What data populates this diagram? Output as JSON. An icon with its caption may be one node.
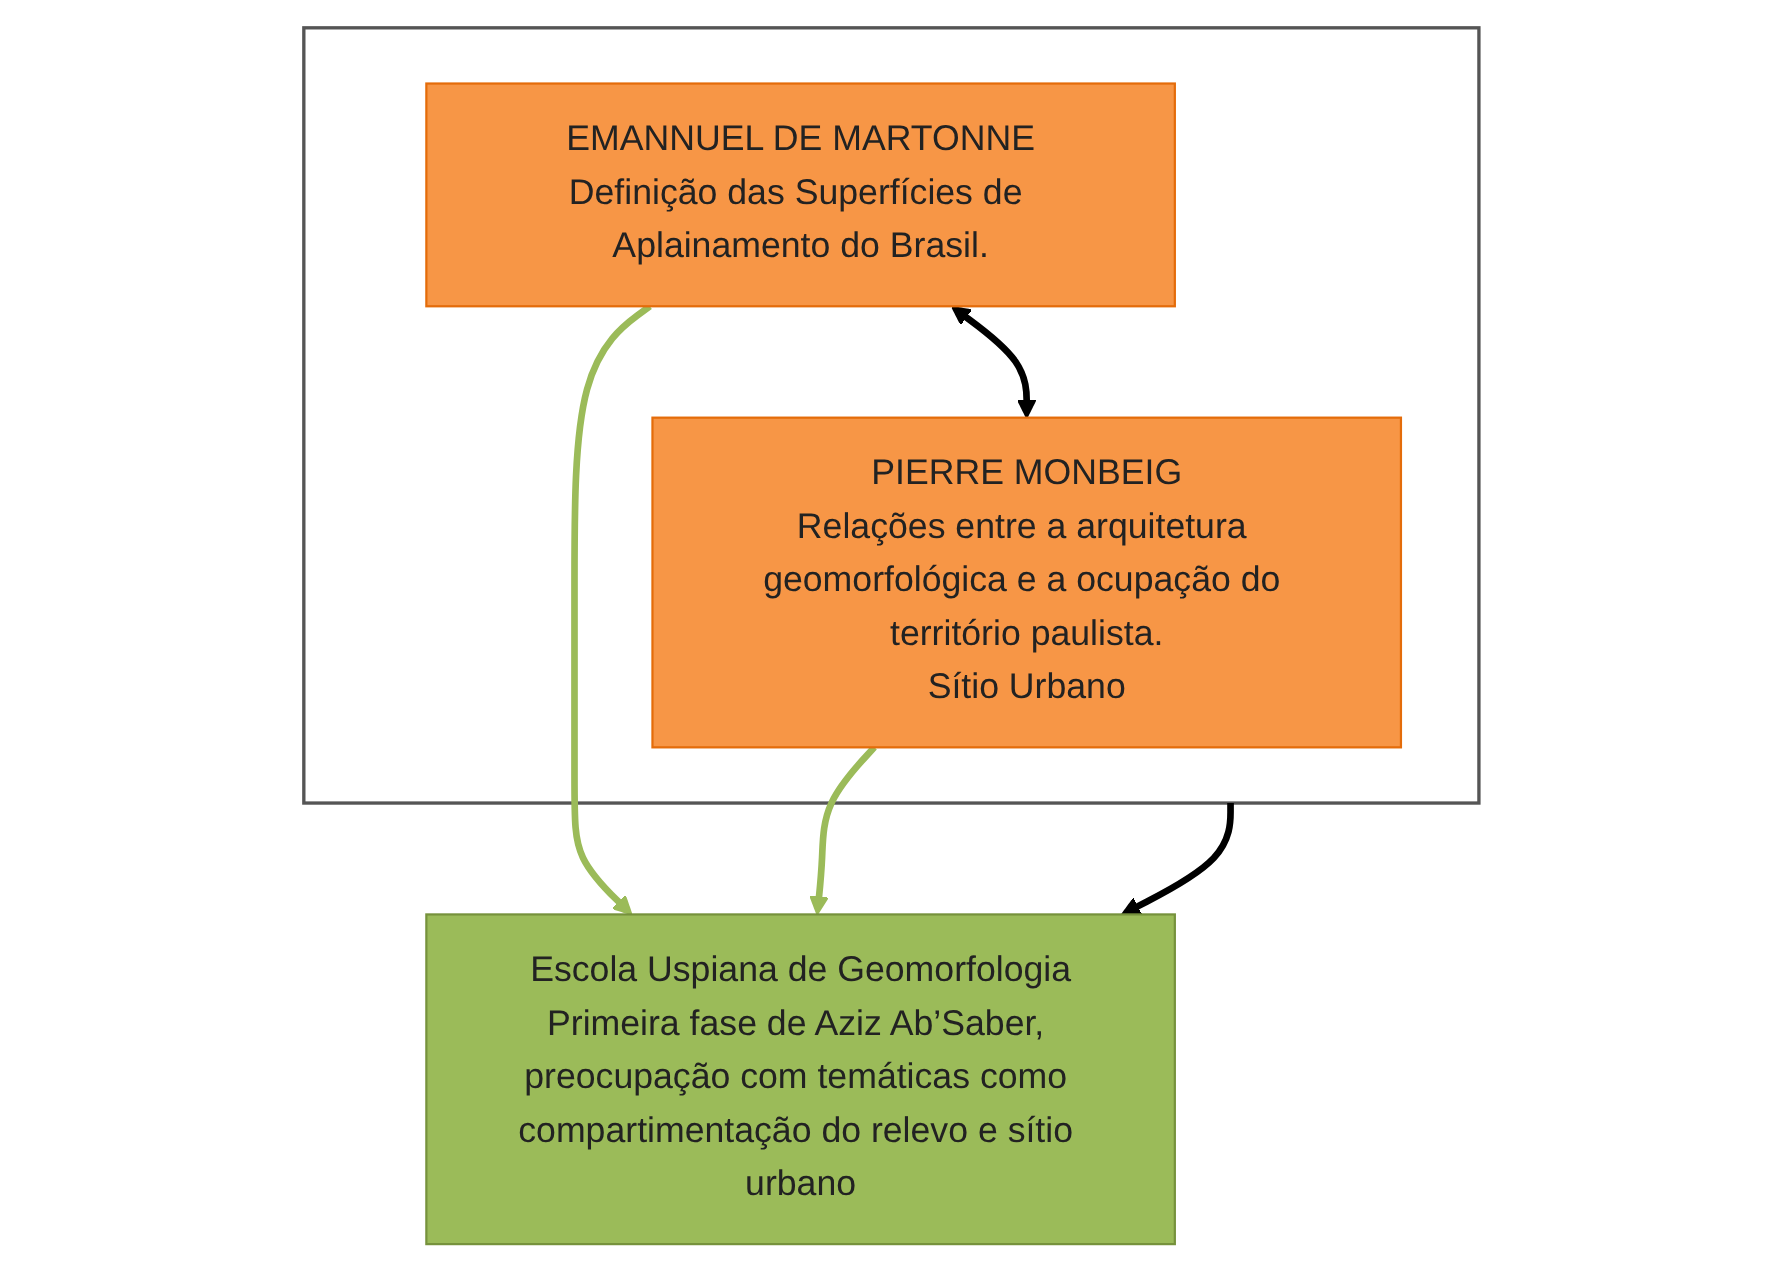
{
  "diagram": {
    "nodes": [
      {
        "text": [],
        "shape": "box"
      },
      {
        "text": [
          "EMANNUEL DE MARTONNE",
          "Definição das Superfícies de Aplainamento do Brasil."
        ],
        "in": 0
      },
      {
        "text": [
          "PIERRE MONBEIG",
          "Relações entre a arquitetura geomorfológica e a ocupação do território paulista.",
          "Sítio Urbano"
        ],
        "in": 0
      },
      {
        "text": [
          "Escola Uspiana de Geomorfologia",
          "Primeira fase de Aziz Ab’Saber, preocupação com temáticas como compartimentação do relevo e sítio urbano"
        ]
      }
    ],
    "edges": [
      {
        "from": 1,
        "to": 2,
        "arrow": "both"
      },
      {
        "from": 0,
        "to": 3,
        "arrow": "to"
      },
      {
        "from": 1,
        "to": 3,
        "arrow": "to",
        "color": "#9bbb59"
      },
      {
        "from": 2,
        "to": 3,
        "arrow": "to",
        "color": "#9bbb59"
      }
    ]
  }
}
